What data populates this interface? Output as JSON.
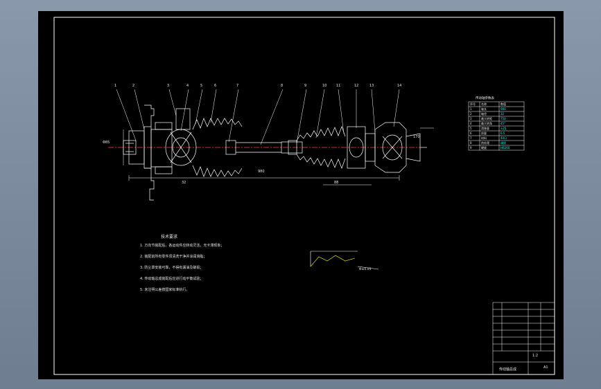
{
  "viewer": {
    "background_top": "#8a98ab",
    "background_bottom": "#6f7d91"
  },
  "sheet": {
    "background": "#000000",
    "line_color": "#ffffff",
    "cyan": "#00ffff",
    "green": "#00ff00",
    "yellow": "#ffff00"
  },
  "part_balloons": [
    "1",
    "2",
    "3",
    "4",
    "5",
    "6",
    "7",
    "8",
    "9",
    "10",
    "11",
    "12",
    "13",
    "14"
  ],
  "dimensions": [
    "Φ85",
    "980",
    "32",
    "88",
    "170"
  ],
  "notes": {
    "title": "技术要求",
    "items": [
      "1. 万向节装配后，各运动件应转动灵活，无卡滞现象；",
      "2. 装配前所有零件须清洗干净并涂润滑脂；",
      "3. 防尘罩安装可靠，不得有漏油及破损；",
      "4. 传动轴总成装配后应进行动平衡试验；",
      "5. 未注明公差按国家标准执行。"
    ]
  },
  "inset": {
    "label": "Φ≤0.05"
  },
  "parameters_table": {
    "title": "传动轴参数表",
    "rows": [
      [
        "序号",
        "名称",
        "数值"
      ],
      [
        "1",
        "轴长",
        "980"
      ],
      [
        "2",
        "轴径",
        "32"
      ],
      [
        "3",
        "最大转矩",
        "750"
      ],
      [
        "4",
        "最大转角",
        "45°"
      ],
      [
        "5",
        "滑移量",
        "±25"
      ],
      [
        "6",
        "质量",
        "6.5"
      ],
      [
        "7",
        "材料",
        "40Cr"
      ],
      [
        "8",
        "热处理",
        "调质"
      ],
      [
        "9",
        "硬度",
        "HB260"
      ]
    ]
  },
  "title_block": {
    "drawing_title": "传动轴总成",
    "scale": "1:2",
    "sheet_label": "A1"
  }
}
